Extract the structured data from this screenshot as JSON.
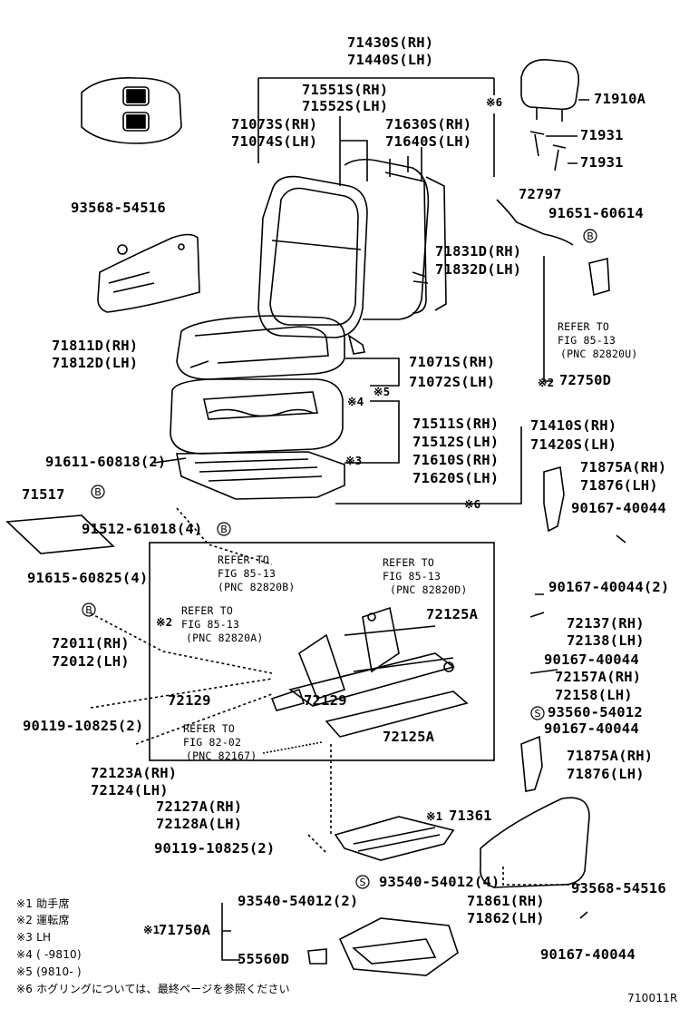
{
  "parts": {
    "p71430S": "71430S(RH)",
    "p71440S": "71440S(LH)",
    "p71551S": "71551S(RH)",
    "p71552S": "71552S(LH)",
    "p71073S": "71073S(RH)",
    "p71074S": "71074S(LH)",
    "p71630S": "71630S(RH)",
    "p71640S": "71640S(LH)",
    "mark6a": "※6",
    "p71910A": "71910A",
    "p71931a": "71931",
    "p71931b": "71931",
    "p72797": "72797",
    "p91651": "91651-60614",
    "p93568a": "93568-54516",
    "p71831D": "71831D(RH)",
    "p71832D": "71832D(LH)",
    "p71811D": "71811D(RH)",
    "p71812D": "71812D(LH)",
    "p71071S": "71071S(RH)",
    "p71072S": "71072S(LH)",
    "mark5": "※5",
    "mark4": "※4",
    "p71511S": "71511S(RH)",
    "p71512S": "71512S(LH)",
    "p71410S": "71410S(RH)",
    "p71420S": "71420S(LH)",
    "p91611": "91611-60818(2)",
    "mark3": "※3",
    "p71610S": "71610S(RH)",
    "p71620S": "71620S(LH)",
    "p71875Aa": "71875A(RH)",
    "p71876a": "71876(LH)",
    "p71517": "71517",
    "mark6b": "※6",
    "p90167a": "90167-40044",
    "p91512": "91512-61018(4)",
    "p91615": "91615-60825(4)",
    "p90167b": "90167-40044(2)",
    "p72125Aa": "72125A",
    "p72011": "72011(RH)",
    "p72012": "72012(LH)",
    "p72137": "72137(RH)",
    "p72138": "72138(LH)",
    "p90167c": "90167-40044",
    "p72157A": "72157A(RH)",
    "p72158": "72158(LH)",
    "p93560a": "93560-54012",
    "p90167d": "90167-40044",
    "p72129a": "72129",
    "p72129b": "72129",
    "p90119a": "90119-10825(2)",
    "p72125Ab": "72125A",
    "p71875Ab": "71875A(RH)",
    "p71876b": "71876(LH)",
    "p72123A": "72123A(RH)",
    "p72124": "72124(LH)",
    "p72127A": "72127A(RH)",
    "p72128A": "72128A(LH)",
    "p71361": "71361",
    "mark1": "※1",
    "p90119b": "90119-10825(2)",
    "p93540a": "93540-54012(4)",
    "p93568b": "93568-54516",
    "p93540b": "93540-54012(2)",
    "p71861": "71861(RH)",
    "p71862": "71862(LH)",
    "p71750A": "71750A",
    "mark1b": "※1",
    "p55560D": "55560D",
    "p90167e": "90167-40044",
    "p72750D": "72750D",
    "mark2": "※2",
    "mark2b": "※2"
  },
  "refs": {
    "r1a": "REFER TO",
    "r1b": "FIG 85-13",
    "r1c": "(PNC 82820U)",
    "r2a": "REFER TO",
    "r2b": "FIG 85-13",
    "r2c": "(PNC 82820B)",
    "r3a": "REFER TO",
    "r3b": "FIG 85-13",
    "r3c": "(PNC 82820D)",
    "r4a": "REFER TO",
    "r4b": "FIG 85-13",
    "r4c": "(PNC 82820A)",
    "r5a": "REFER TO",
    "r5b": "FIG 82-02",
    "r5c": "(PNC 82167)"
  },
  "circle_marks": {
    "b1": "B",
    "b2": "B",
    "b3": "B",
    "b4": "B",
    "s1": "S",
    "s2": "S"
  },
  "notes": [
    "※1 助手席",
    "※2 運転席",
    "※3 LH",
    "※4 (      -9810)",
    "※5 (9810-      )",
    "※6 ホグリングについては、最終ページを参照ください"
  ],
  "diagram_id": "710011R"
}
